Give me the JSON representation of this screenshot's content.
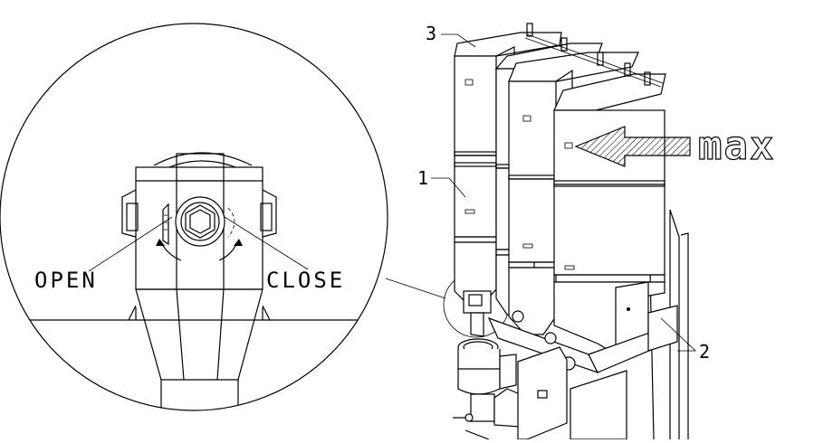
{
  "detail": {
    "open_label": "OPEN",
    "close_label": "CLOSE"
  },
  "callouts": {
    "one": "1",
    "two": "2",
    "three": "3"
  },
  "level_marker": {
    "label": "max"
  },
  "colors": {
    "line": "#000000",
    "background": "#ffffff"
  }
}
